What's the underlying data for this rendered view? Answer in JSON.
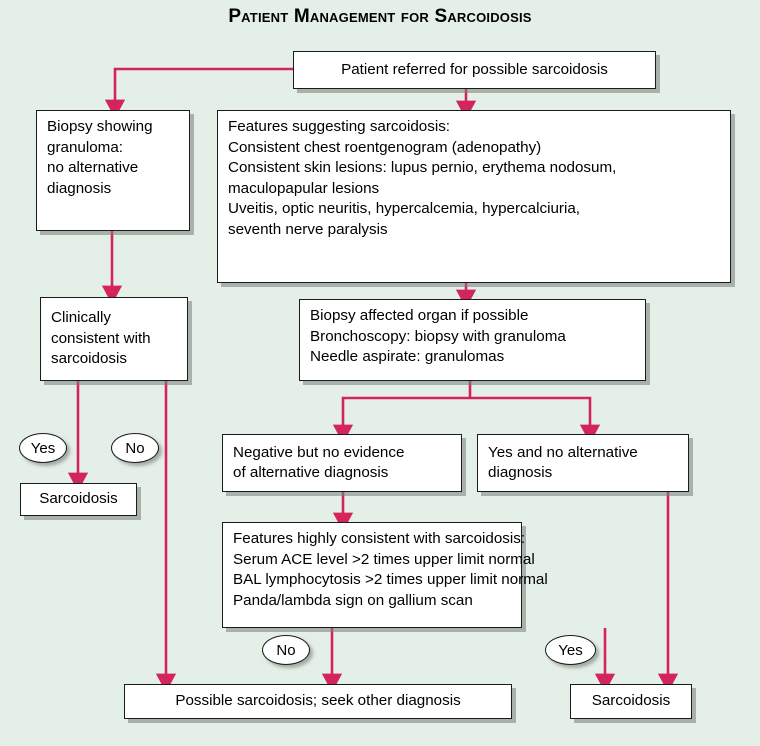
{
  "page": {
    "title": "Patient Management for Sarcoidosis",
    "background_color": "#e4efe7",
    "arrow_color": "#d4245c",
    "box_fill": "#ffffff",
    "box_border": "#1b1b1b"
  },
  "nodes": {
    "referral": {
      "lines": [
        "Patient referred for possible sarcoidosis"
      ]
    },
    "biopsy_granuloma": {
      "lines": [
        "Biopsy showing",
        "granuloma:",
        "no alternative",
        "diagnosis"
      ]
    },
    "features_suggesting": {
      "lines": [
        "Features suggesting sarcoidosis:",
        "Consistent chest roentgenogram (adenopathy)",
        "Consistent skin lesions: lupus pernio, erythema nodosum,",
        "maculopapular lesions",
        "Uveitis, optic neuritis, hypercalcemia, hypercalciuria,",
        "seventh nerve paralysis"
      ]
    },
    "clinically_consistent": {
      "lines": [
        "Clinically",
        "consistent with",
        "sarcoidosis"
      ]
    },
    "biopsy_organ": {
      "lines": [
        "Biopsy affected organ if possible",
        "Bronchoscopy: biopsy with granuloma",
        "Needle aspirate: granulomas"
      ]
    },
    "negative_no_evidence": {
      "lines": [
        "Negative but no evidence",
        "of alternative diagnosis"
      ]
    },
    "yes_no_alternative": {
      "lines": [
        "Yes and no alternative",
        "diagnosis"
      ]
    },
    "features_highly": {
      "lines": [
        "Features highly consistent with sarcoidosis:",
        "Serum ACE level >2 times upper limit normal",
        "BAL lymphocytosis >2 times upper limit normal",
        "Panda/lambda sign on gallium scan"
      ]
    },
    "sarcoidosis_left": {
      "lines": [
        "Sarcoidosis"
      ]
    },
    "possible_sarcoidosis": {
      "lines": [
        "Possible sarcoidosis; seek other diagnosis"
      ]
    },
    "sarcoidosis_right": {
      "lines": [
        "Sarcoidosis"
      ]
    }
  },
  "labels": {
    "yes_clinical": "Yes",
    "no_clinical": "No",
    "no_features": "No",
    "yes_features": "Yes"
  },
  "chart_data": {
    "type": "flowchart",
    "title": "Patient Management for Sarcoidosis",
    "edges": [
      {
        "from": "referral",
        "to": "biopsy_granuloma",
        "label": ""
      },
      {
        "from": "referral",
        "to": "features_suggesting",
        "label": ""
      },
      {
        "from": "biopsy_granuloma",
        "to": "clinically_consistent",
        "label": ""
      },
      {
        "from": "features_suggesting",
        "to": "biopsy_organ",
        "label": ""
      },
      {
        "from": "biopsy_organ",
        "to": "negative_no_evidence",
        "label": ""
      },
      {
        "from": "biopsy_organ",
        "to": "yes_no_alternative",
        "label": ""
      },
      {
        "from": "clinically_consistent",
        "to": "sarcoidosis_left",
        "label": "Yes"
      },
      {
        "from": "clinically_consistent",
        "to": "possible_sarcoidosis",
        "label": "No"
      },
      {
        "from": "negative_no_evidence",
        "to": "features_highly",
        "label": ""
      },
      {
        "from": "features_highly",
        "to": "possible_sarcoidosis",
        "label": "No"
      },
      {
        "from": "features_highly",
        "to": "sarcoidosis_right",
        "label": "Yes"
      },
      {
        "from": "yes_no_alternative",
        "to": "sarcoidosis_right",
        "label": ""
      }
    ]
  }
}
